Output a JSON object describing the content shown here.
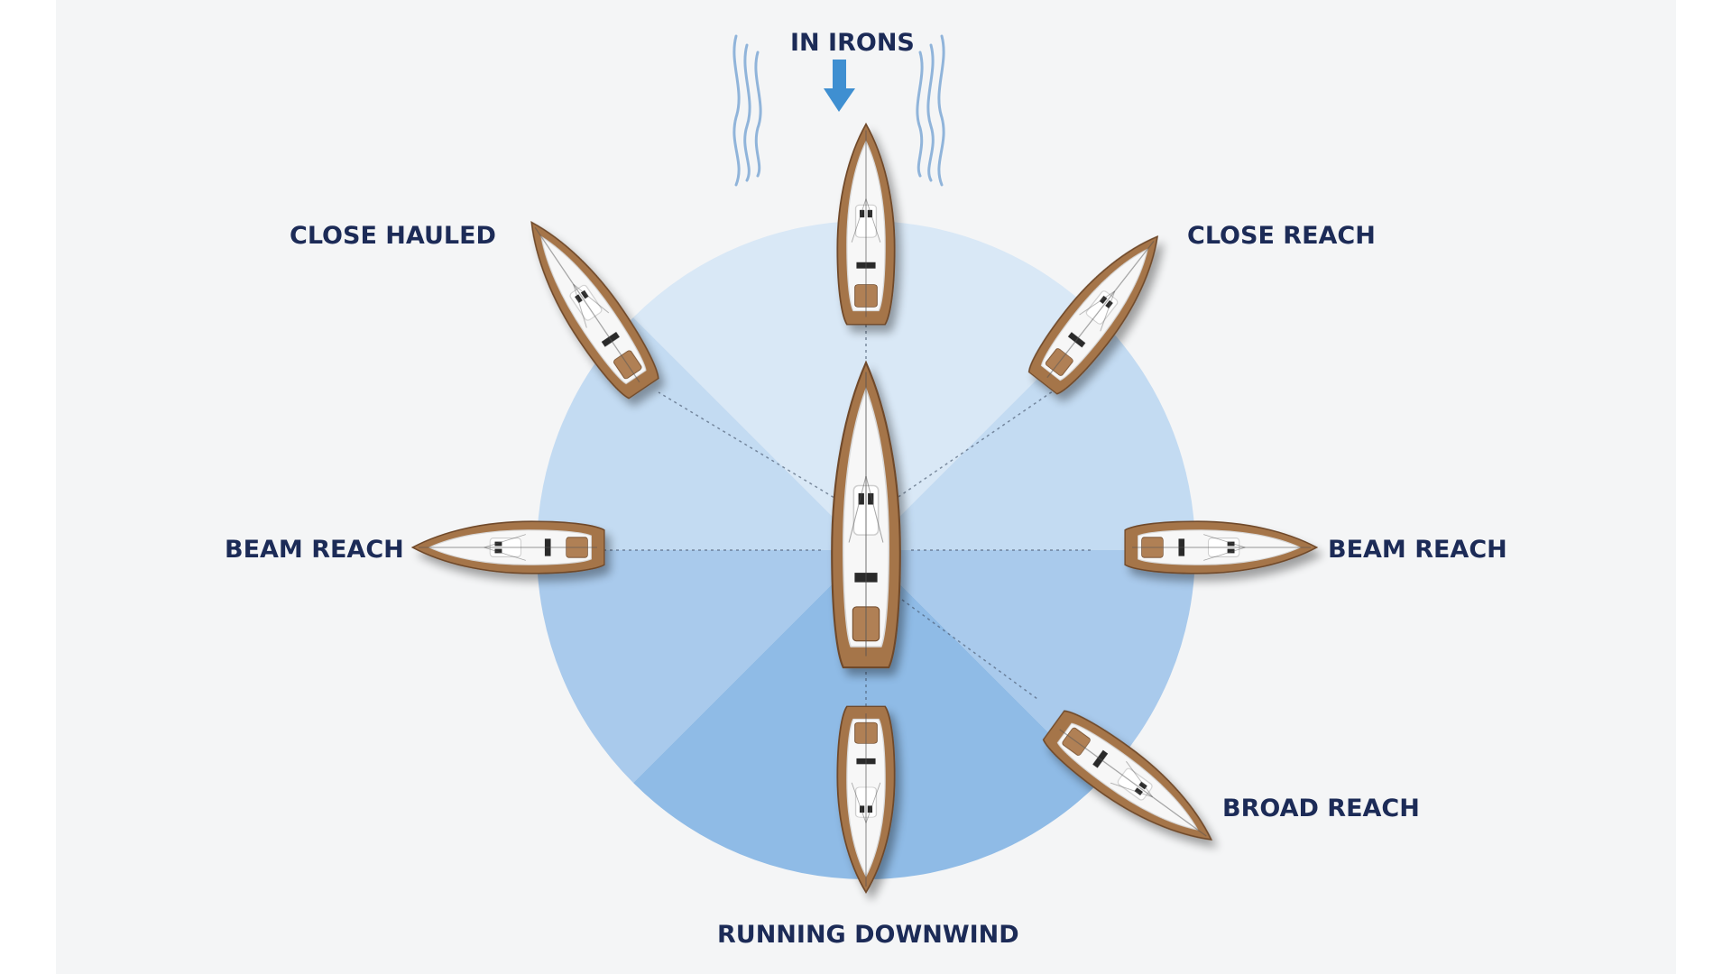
{
  "diagram": {
    "colors": {
      "label": "#1c2b57",
      "wind": "#3f8fd1",
      "wedge_light": "#d9e8f6",
      "wedge_mid": "#b7d3ef",
      "wedge_dark": "#8fbbe6",
      "hull": "#a57448",
      "deck": "#f7f7f7",
      "background": "#f4f5f6"
    },
    "wind_indicator": "wind-arrow-icon",
    "labels": {
      "in_irons": "IN IRONS",
      "close_hauled": "CLOSE HAULED",
      "close_reach": "CLOSE REACH",
      "beam_reach_left": "BEAM REACH",
      "beam_reach_right": "BEAM REACH",
      "broad_reach": "BROAD REACH",
      "running_downwind": "RUNNING DOWNWIND"
    }
  }
}
